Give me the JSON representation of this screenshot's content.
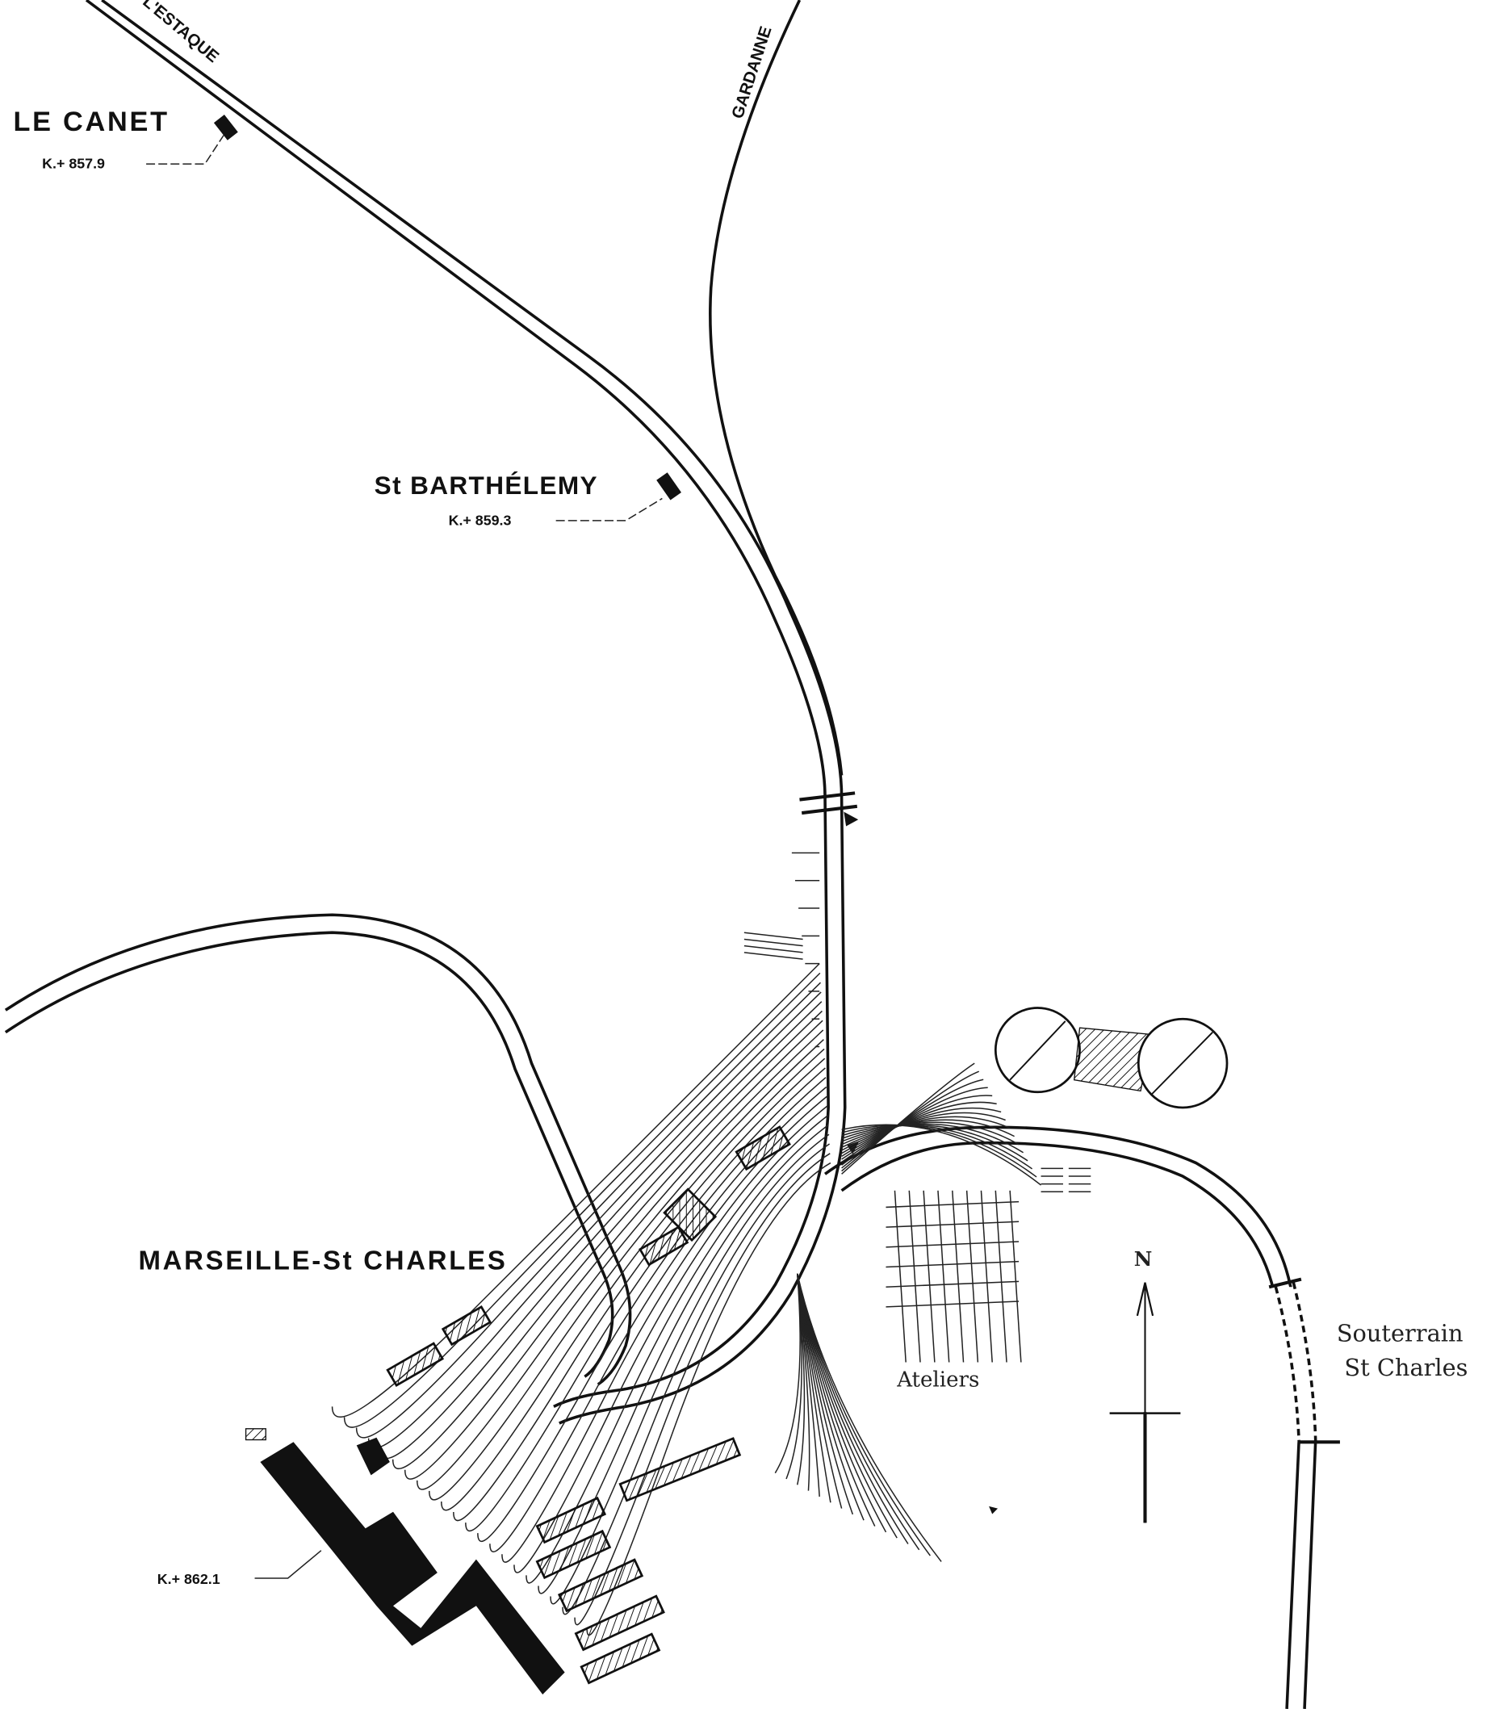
{
  "title": "Marseille-St Charles railway plan",
  "colors": {
    "ink": "#111111",
    "paper": "#ffffff"
  },
  "lines": {
    "estaque": "L'ESTAQUE",
    "gardanne": "GARDANNE"
  },
  "stations": [
    {
      "name": "LE CANET",
      "km": "K.+ 857.9"
    },
    {
      "name": "St BARTHÉLEMY",
      "km": "K.+ 859.3"
    },
    {
      "name": "MARSEILLE-St CHARLES",
      "km": "K.+ 862.1"
    }
  ],
  "labels": {
    "ateliers": "Ateliers",
    "tunnel_line1": "Souterrain",
    "tunnel_line2": "St Charles",
    "north": "N"
  }
}
